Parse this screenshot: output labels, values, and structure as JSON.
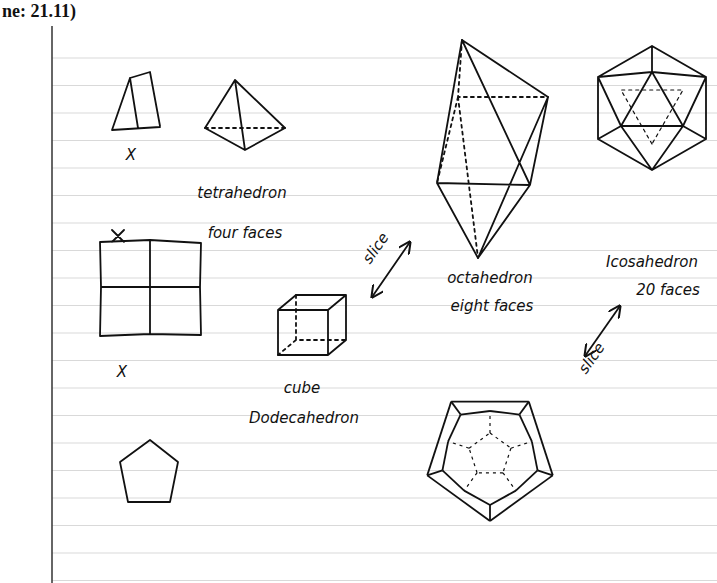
{
  "diagram": {
    "labels": [
      "ne: 21.11)",
      "X",
      "tetrahedron",
      "four faces",
      "slice",
      "octahedron",
      "eight faces",
      "Icosahedron",
      "20 faces",
      "X",
      "cube",
      "Dodecahedron",
      "slice"
    ]
  }
}
